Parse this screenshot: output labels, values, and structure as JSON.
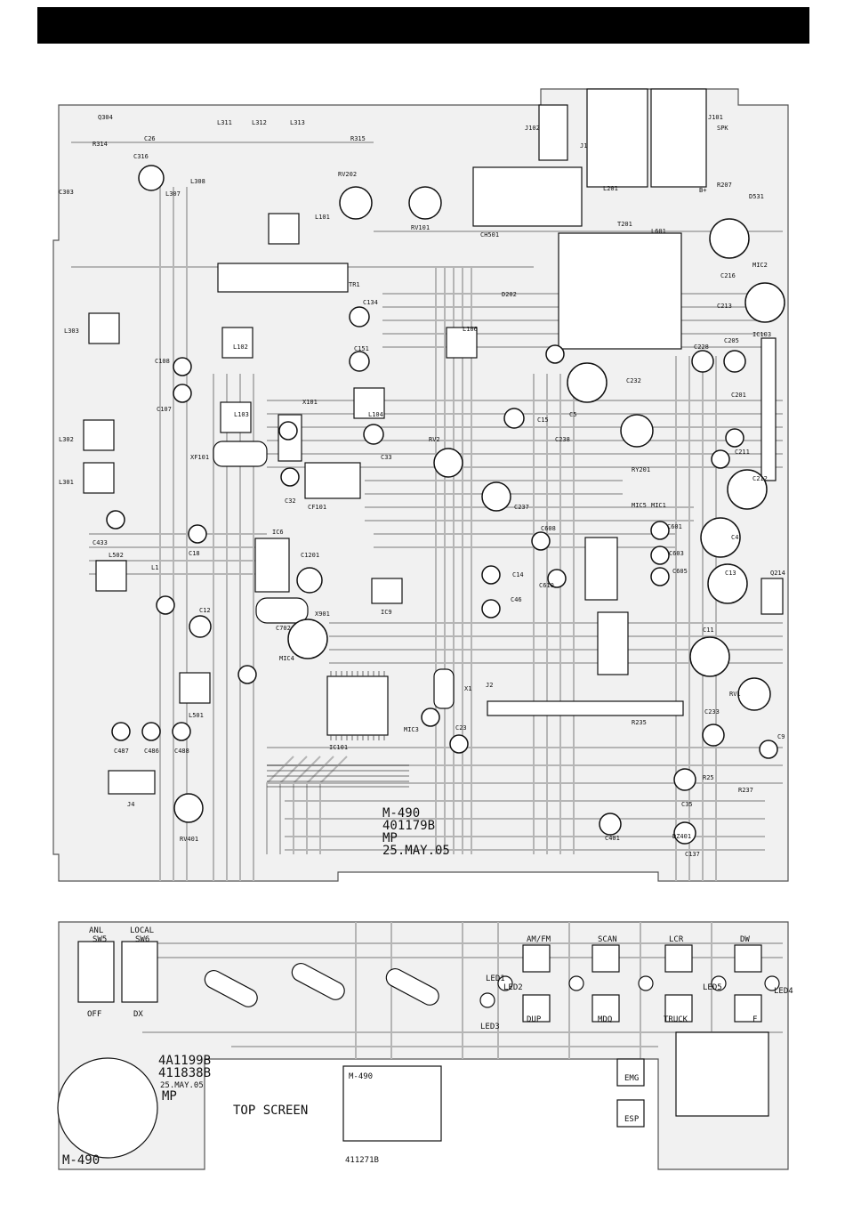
{
  "main_board": {
    "stamp": [
      "M-490",
      "401179B",
      "MP",
      "25.MAY.05"
    ],
    "labels": [
      {
        "t": "Q304"
      },
      {
        "t": "L311"
      },
      {
        "t": "L312"
      },
      {
        "t": "L313"
      },
      {
        "t": "R315"
      },
      {
        "t": "J102"
      },
      {
        "t": "J1"
      },
      {
        "t": "J101"
      },
      {
        "t": "SPK"
      },
      {
        "t": "C26"
      },
      {
        "t": "C316"
      },
      {
        "t": "L308"
      },
      {
        "t": "L307"
      },
      {
        "t": "C303"
      },
      {
        "t": "R314"
      },
      {
        "t": "RV202"
      },
      {
        "t": "RV101"
      },
      {
        "t": "CH501"
      },
      {
        "t": "L201"
      },
      {
        "t": "L601"
      },
      {
        "t": "T201"
      },
      {
        "t": "R207"
      },
      {
        "t": "D531"
      },
      {
        "t": "B+"
      },
      {
        "t": "L101"
      },
      {
        "t": "TR1"
      },
      {
        "t": "MIC2"
      },
      {
        "t": "D202"
      },
      {
        "t": "C216"
      },
      {
        "t": "C213"
      },
      {
        "t": "L303"
      },
      {
        "t": "C134"
      },
      {
        "t": "L106"
      },
      {
        "t": "IC103"
      },
      {
        "t": "L102"
      },
      {
        "t": "C151"
      },
      {
        "t": "C228"
      },
      {
        "t": "C205"
      },
      {
        "t": "C108"
      },
      {
        "t": "C107"
      },
      {
        "t": "L103"
      },
      {
        "t": "X101"
      },
      {
        "t": "L104"
      },
      {
        "t": "C15"
      },
      {
        "t": "C5"
      },
      {
        "t": "C232"
      },
      {
        "t": "C201"
      },
      {
        "t": "L302"
      },
      {
        "t": "XF101"
      },
      {
        "t": "C33"
      },
      {
        "t": "RV2"
      },
      {
        "t": "C238"
      },
      {
        "t": "RY201"
      },
      {
        "t": "C211"
      },
      {
        "t": "C212"
      },
      {
        "t": "L301"
      },
      {
        "t": "C32"
      },
      {
        "t": "CF101"
      },
      {
        "t": "C237"
      },
      {
        "t": "MIC5"
      },
      {
        "t": "MIC1"
      },
      {
        "t": "C4"
      },
      {
        "t": "C433"
      },
      {
        "t": "C18"
      },
      {
        "t": "IC6"
      },
      {
        "t": "C1201"
      },
      {
        "t": "C608"
      },
      {
        "t": "C601"
      },
      {
        "t": "C603"
      },
      {
        "t": "C605"
      },
      {
        "t": "C13"
      },
      {
        "t": "Q214"
      },
      {
        "t": "L502"
      },
      {
        "t": "L1"
      },
      {
        "t": "C14"
      },
      {
        "t": "C610"
      },
      {
        "t": "IC9"
      },
      {
        "t": "X901"
      },
      {
        "t": "C46"
      },
      {
        "t": "C12"
      },
      {
        "t": "C702"
      },
      {
        "t": "C11"
      },
      {
        "t": "MIC4"
      },
      {
        "t": "X1"
      },
      {
        "t": "J2"
      },
      {
        "t": "RV1"
      },
      {
        "t": "L501"
      },
      {
        "t": "IC101"
      },
      {
        "t": "MIC3"
      },
      {
        "t": "C23"
      },
      {
        "t": "C9"
      },
      {
        "t": "C233"
      },
      {
        "t": "C487"
      },
      {
        "t": "C486"
      },
      {
        "t": "C488"
      },
      {
        "t": "J4"
      },
      {
        "t": "RV401"
      },
      {
        "t": "R237"
      },
      {
        "t": "C137"
      },
      {
        "t": "DZ401"
      },
      {
        "t": "R235"
      },
      {
        "t": "C401"
      },
      {
        "t": "R25"
      },
      {
        "t": "C35"
      }
    ]
  },
  "top_board": {
    "stamp": [
      "4A1199B",
      "411838B",
      "25.MAY.05",
      "MP"
    ],
    "caption": "TOP SCREEN",
    "model": "M-490",
    "sub_board_id": "411271B",
    "sub_board_model": "M-490",
    "labels": [
      {
        "t": "ANL"
      },
      {
        "t": "SW5"
      },
      {
        "t": "LOCAL"
      },
      {
        "t": "SW6"
      },
      {
        "t": "OFF"
      },
      {
        "t": "DX"
      },
      {
        "t": "LED1"
      },
      {
        "t": "LED3"
      },
      {
        "t": "AM/FM"
      },
      {
        "t": "SCAN"
      },
      {
        "t": "LCR"
      },
      {
        "t": "DW"
      },
      {
        "t": "DUP"
      },
      {
        "t": "MDQ"
      },
      {
        "t": "TRUCK"
      },
      {
        "t": "F"
      },
      {
        "t": "EMG"
      },
      {
        "t": "ESP"
      },
      {
        "t": "LED2"
      },
      {
        "t": "LED5"
      },
      {
        "t": "LED4"
      }
    ]
  }
}
